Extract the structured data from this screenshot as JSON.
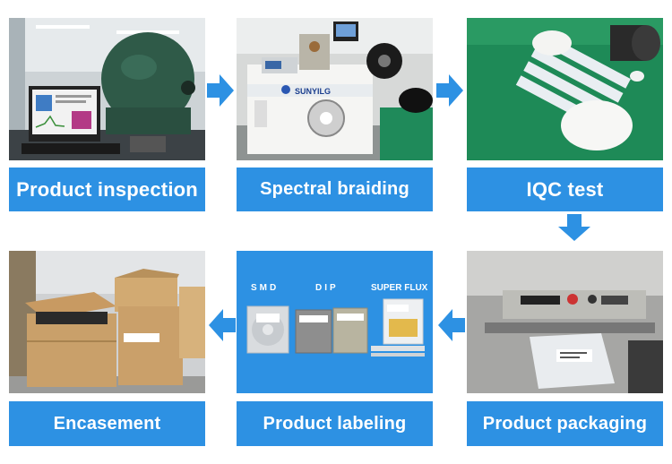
{
  "steps": [
    {
      "label": "Product inspection"
    },
    {
      "label": "Spectral braiding"
    },
    {
      "label": "IQC test"
    },
    {
      "label": "Product packaging"
    },
    {
      "label": "Product labeling"
    },
    {
      "label": "Encasement"
    }
  ],
  "machine_brand": "SUNYILG",
  "labeling_panel": {
    "smd": "SMD",
    "dip": "DIP",
    "super_flux": "SUPER FLUX"
  },
  "colors": {
    "label_bg": "#2d91e3",
    "arrow": "#2d91e3",
    "label_text": "#ffffff"
  },
  "icons": {
    "arrow": "arrow-icon"
  }
}
